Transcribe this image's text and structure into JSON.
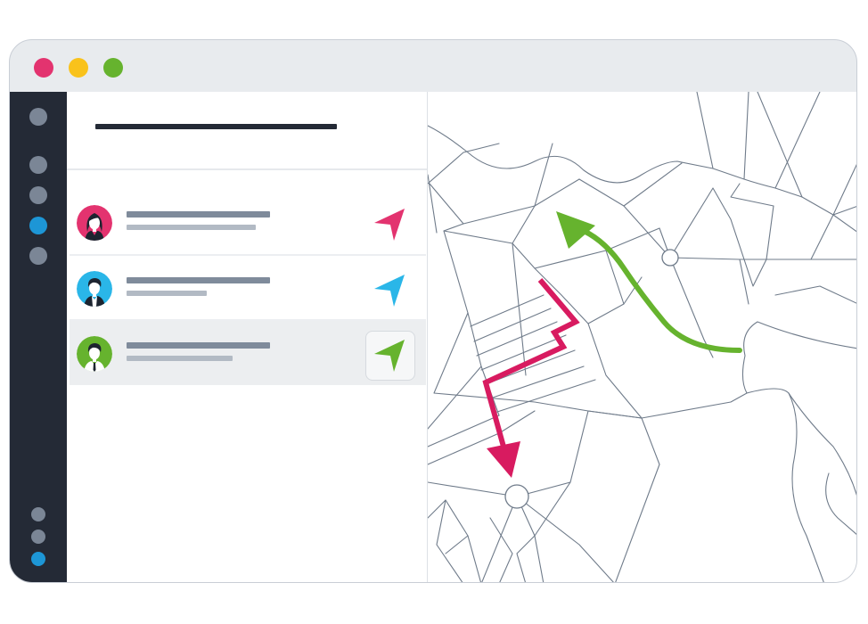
{
  "window": {
    "controls": [
      "close",
      "minimize",
      "maximize"
    ],
    "colors": {
      "close": "#e3336f",
      "minimize": "#f9c21b",
      "maximize": "#66b32e"
    }
  },
  "sidebar": {
    "top_items": [
      "nav-item",
      "nav-item",
      "nav-item",
      "nav-item-active",
      "nav-item"
    ],
    "bottom_items": [
      "nav-item",
      "nav-item",
      "nav-item-active"
    ],
    "colors": {
      "background": "#242a36",
      "item": "#7b8696",
      "active": "#1d96d6"
    }
  },
  "list": {
    "title": "",
    "users": [
      {
        "avatar": "woman-avatar",
        "accent": "#e3336f",
        "icon": "navigation-arrow-icon",
        "selected": false
      },
      {
        "avatar": "man-avatar",
        "accent": "#2ab6e8",
        "icon": "navigation-arrow-icon",
        "selected": false
      },
      {
        "avatar": "man-avatar",
        "accent": "#66b32e",
        "icon": "navigation-arrow-icon",
        "selected": true
      }
    ]
  },
  "map": {
    "routes": [
      {
        "name": "",
        "color": "#d81b60",
        "arrow": "down"
      },
      {
        "name": "",
        "color": "#66b32e",
        "arrow": "up-left"
      }
    ],
    "colors": {
      "streets": "#6f7b8a"
    }
  }
}
